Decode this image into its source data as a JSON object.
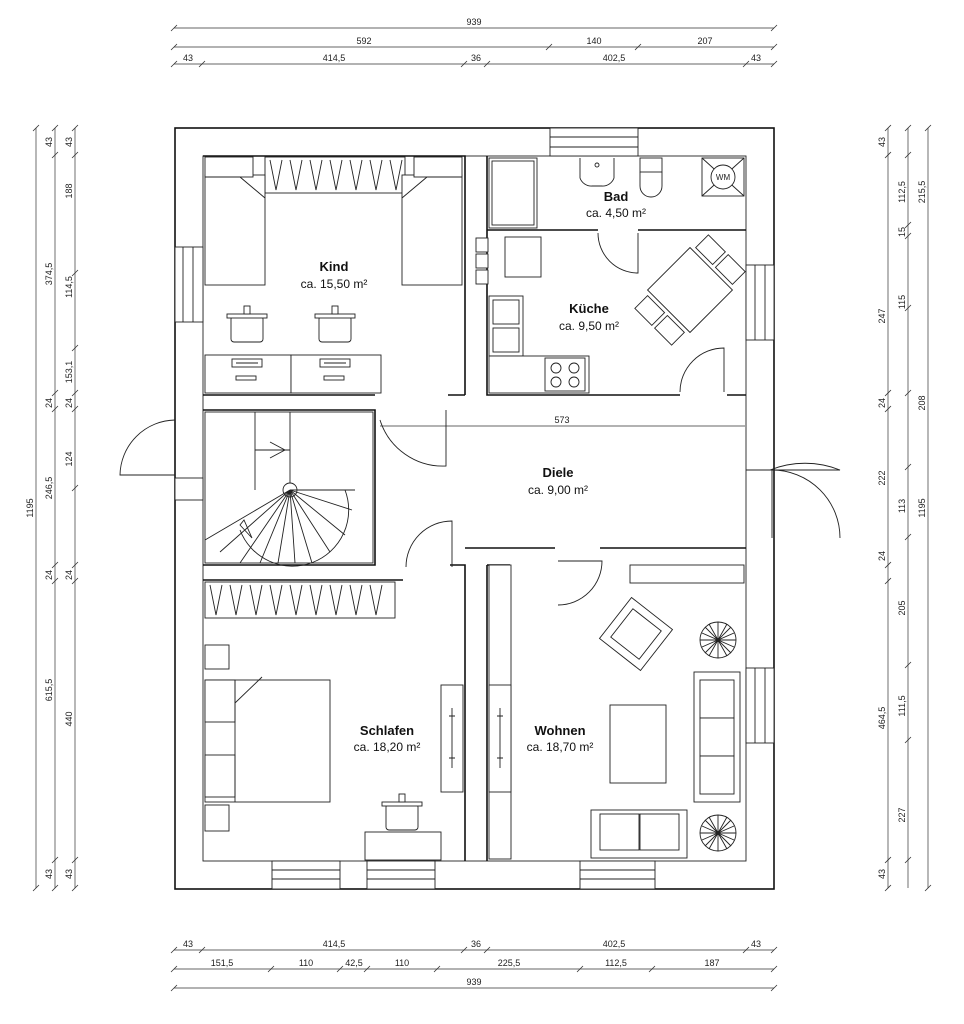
{
  "rooms": [
    {
      "id": "kind",
      "name": "Kind",
      "area": "ca. 15,50 m²"
    },
    {
      "id": "bad",
      "name": "Bad",
      "area": "ca. 4,50 m²"
    },
    {
      "id": "kueche",
      "name": "Küche",
      "area": "ca. 9,50 m²"
    },
    {
      "id": "diele",
      "name": "Diele",
      "area": "ca. 9,00 m²"
    },
    {
      "id": "schlafen",
      "name": "Schlafen",
      "area": "ca. 18,20 m²"
    },
    {
      "id": "wohnen",
      "name": "Wohnen",
      "area": "ca. 18,70 m²"
    }
  ],
  "labels": {
    "washing_machine": "WM"
  },
  "dimensions": {
    "top": {
      "row1": [
        "939"
      ],
      "row2": [
        "592",
        "140",
        "207"
      ],
      "row3": [
        "43",
        "414,5",
        "36",
        "402,5",
        "43"
      ]
    },
    "bottom": {
      "row1": [
        "43",
        "414,5",
        "36",
        "402,5",
        "43"
      ],
      "row2": [
        "151,5",
        "110",
        "42,5",
        "110",
        "225,5",
        "112,5",
        "187"
      ],
      "row3": [
        "939"
      ]
    },
    "left": {
      "outer": [
        "1195"
      ],
      "mid": [
        "43",
        "374,5",
        "24",
        "246,5",
        "24",
        "615,5",
        "43"
      ],
      "inner": [
        "188",
        "114,5",
        "153,1",
        "124",
        "440"
      ]
    },
    "right": {
      "outer": [
        "1195"
      ],
      "mid": [
        "43",
        "247",
        "24",
        "222",
        "24",
        "464,5",
        "43"
      ],
      "inner": [
        "112,5",
        "215,5",
        "15",
        "115",
        "208",
        "113",
        "205",
        "111,5",
        "227"
      ]
    },
    "interior": [
      "573"
    ]
  }
}
